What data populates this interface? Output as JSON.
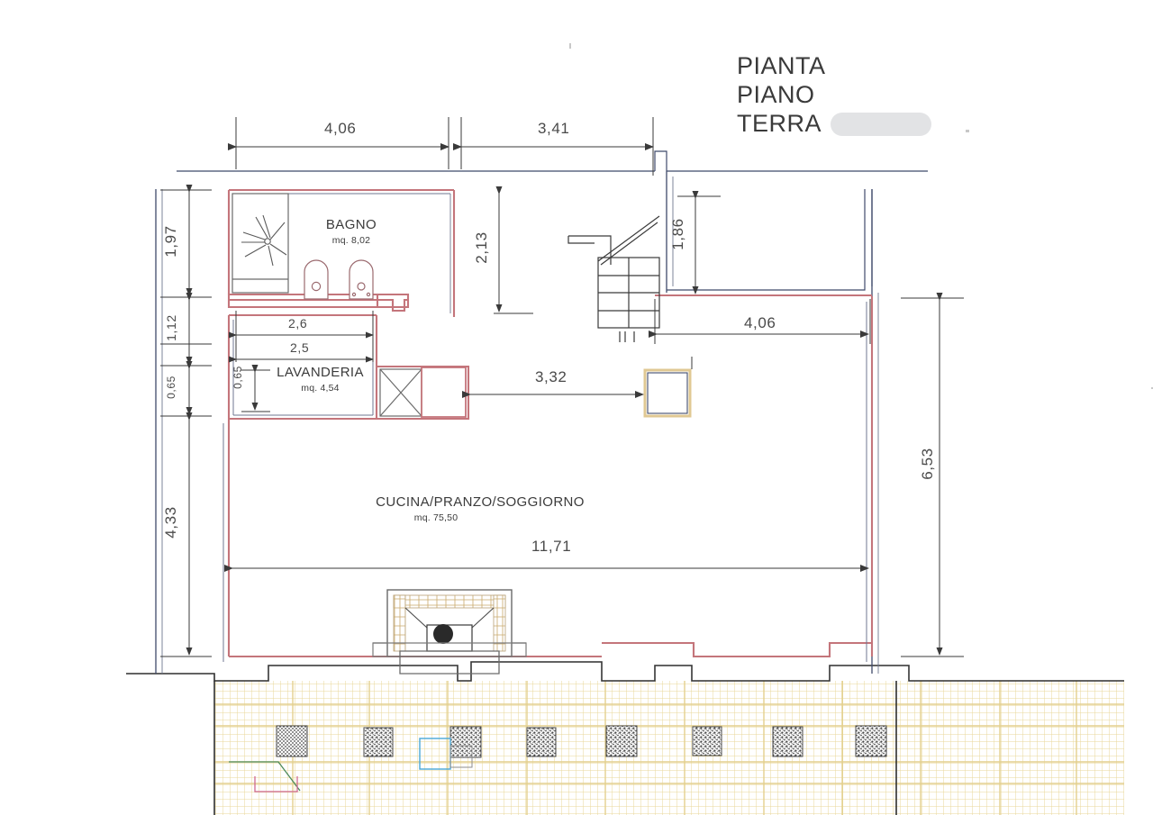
{
  "document": {
    "kind": "architectural-floor-plan",
    "title_lines": [
      "PIANTA",
      "PIANO",
      "TERRA"
    ],
    "redacted": true
  },
  "rooms": [
    {
      "id": "bagno",
      "name": "BAGNO",
      "area": "mq. 8,02"
    },
    {
      "id": "lavanderia",
      "name": "LAVANDERIA",
      "area": "mq. 4,54"
    },
    {
      "id": "cucina",
      "name": "CUCINA/PRANZO/SOGGIORNO",
      "area": "mq. 75,50"
    }
  ],
  "dimensions": {
    "top_left": "4,06",
    "top_right": "3,41",
    "left_chain": [
      "1,97",
      "1,12",
      "0,65",
      "4,33"
    ],
    "interior_bagno_vert": "2,13",
    "stair_vert": "1,86",
    "right_upper_horiz": "4,06",
    "lavanderia_top_outer": "2,6",
    "lavanderia_top_inner": "2,5",
    "lavanderia_vert": "0,65",
    "mid_horiz": "3,32",
    "main_horiz": "11,71",
    "right_vert": "6,53"
  },
  "fixtures": [
    {
      "id": "shower",
      "label": "shower"
    },
    {
      "id": "wc",
      "label": "toilet"
    },
    {
      "id": "bidet",
      "label": "bidet"
    },
    {
      "id": "stairs",
      "label": "staircase"
    },
    {
      "id": "fireplace",
      "label": "fireplace"
    },
    {
      "id": "column",
      "label": "column"
    }
  ],
  "colors": {
    "wall_outline": "#c4757b",
    "wall_outline_alt": "#3f4a6b",
    "structure_line": "#2e2e2e",
    "paving_grid": "#e8d79a",
    "text": "#3b3b3b",
    "redaction": "#e2e3e5",
    "green_line": "#4d8a5a",
    "pink_line": "#cf6a93",
    "cyan_line": "#4aa8d8"
  }
}
